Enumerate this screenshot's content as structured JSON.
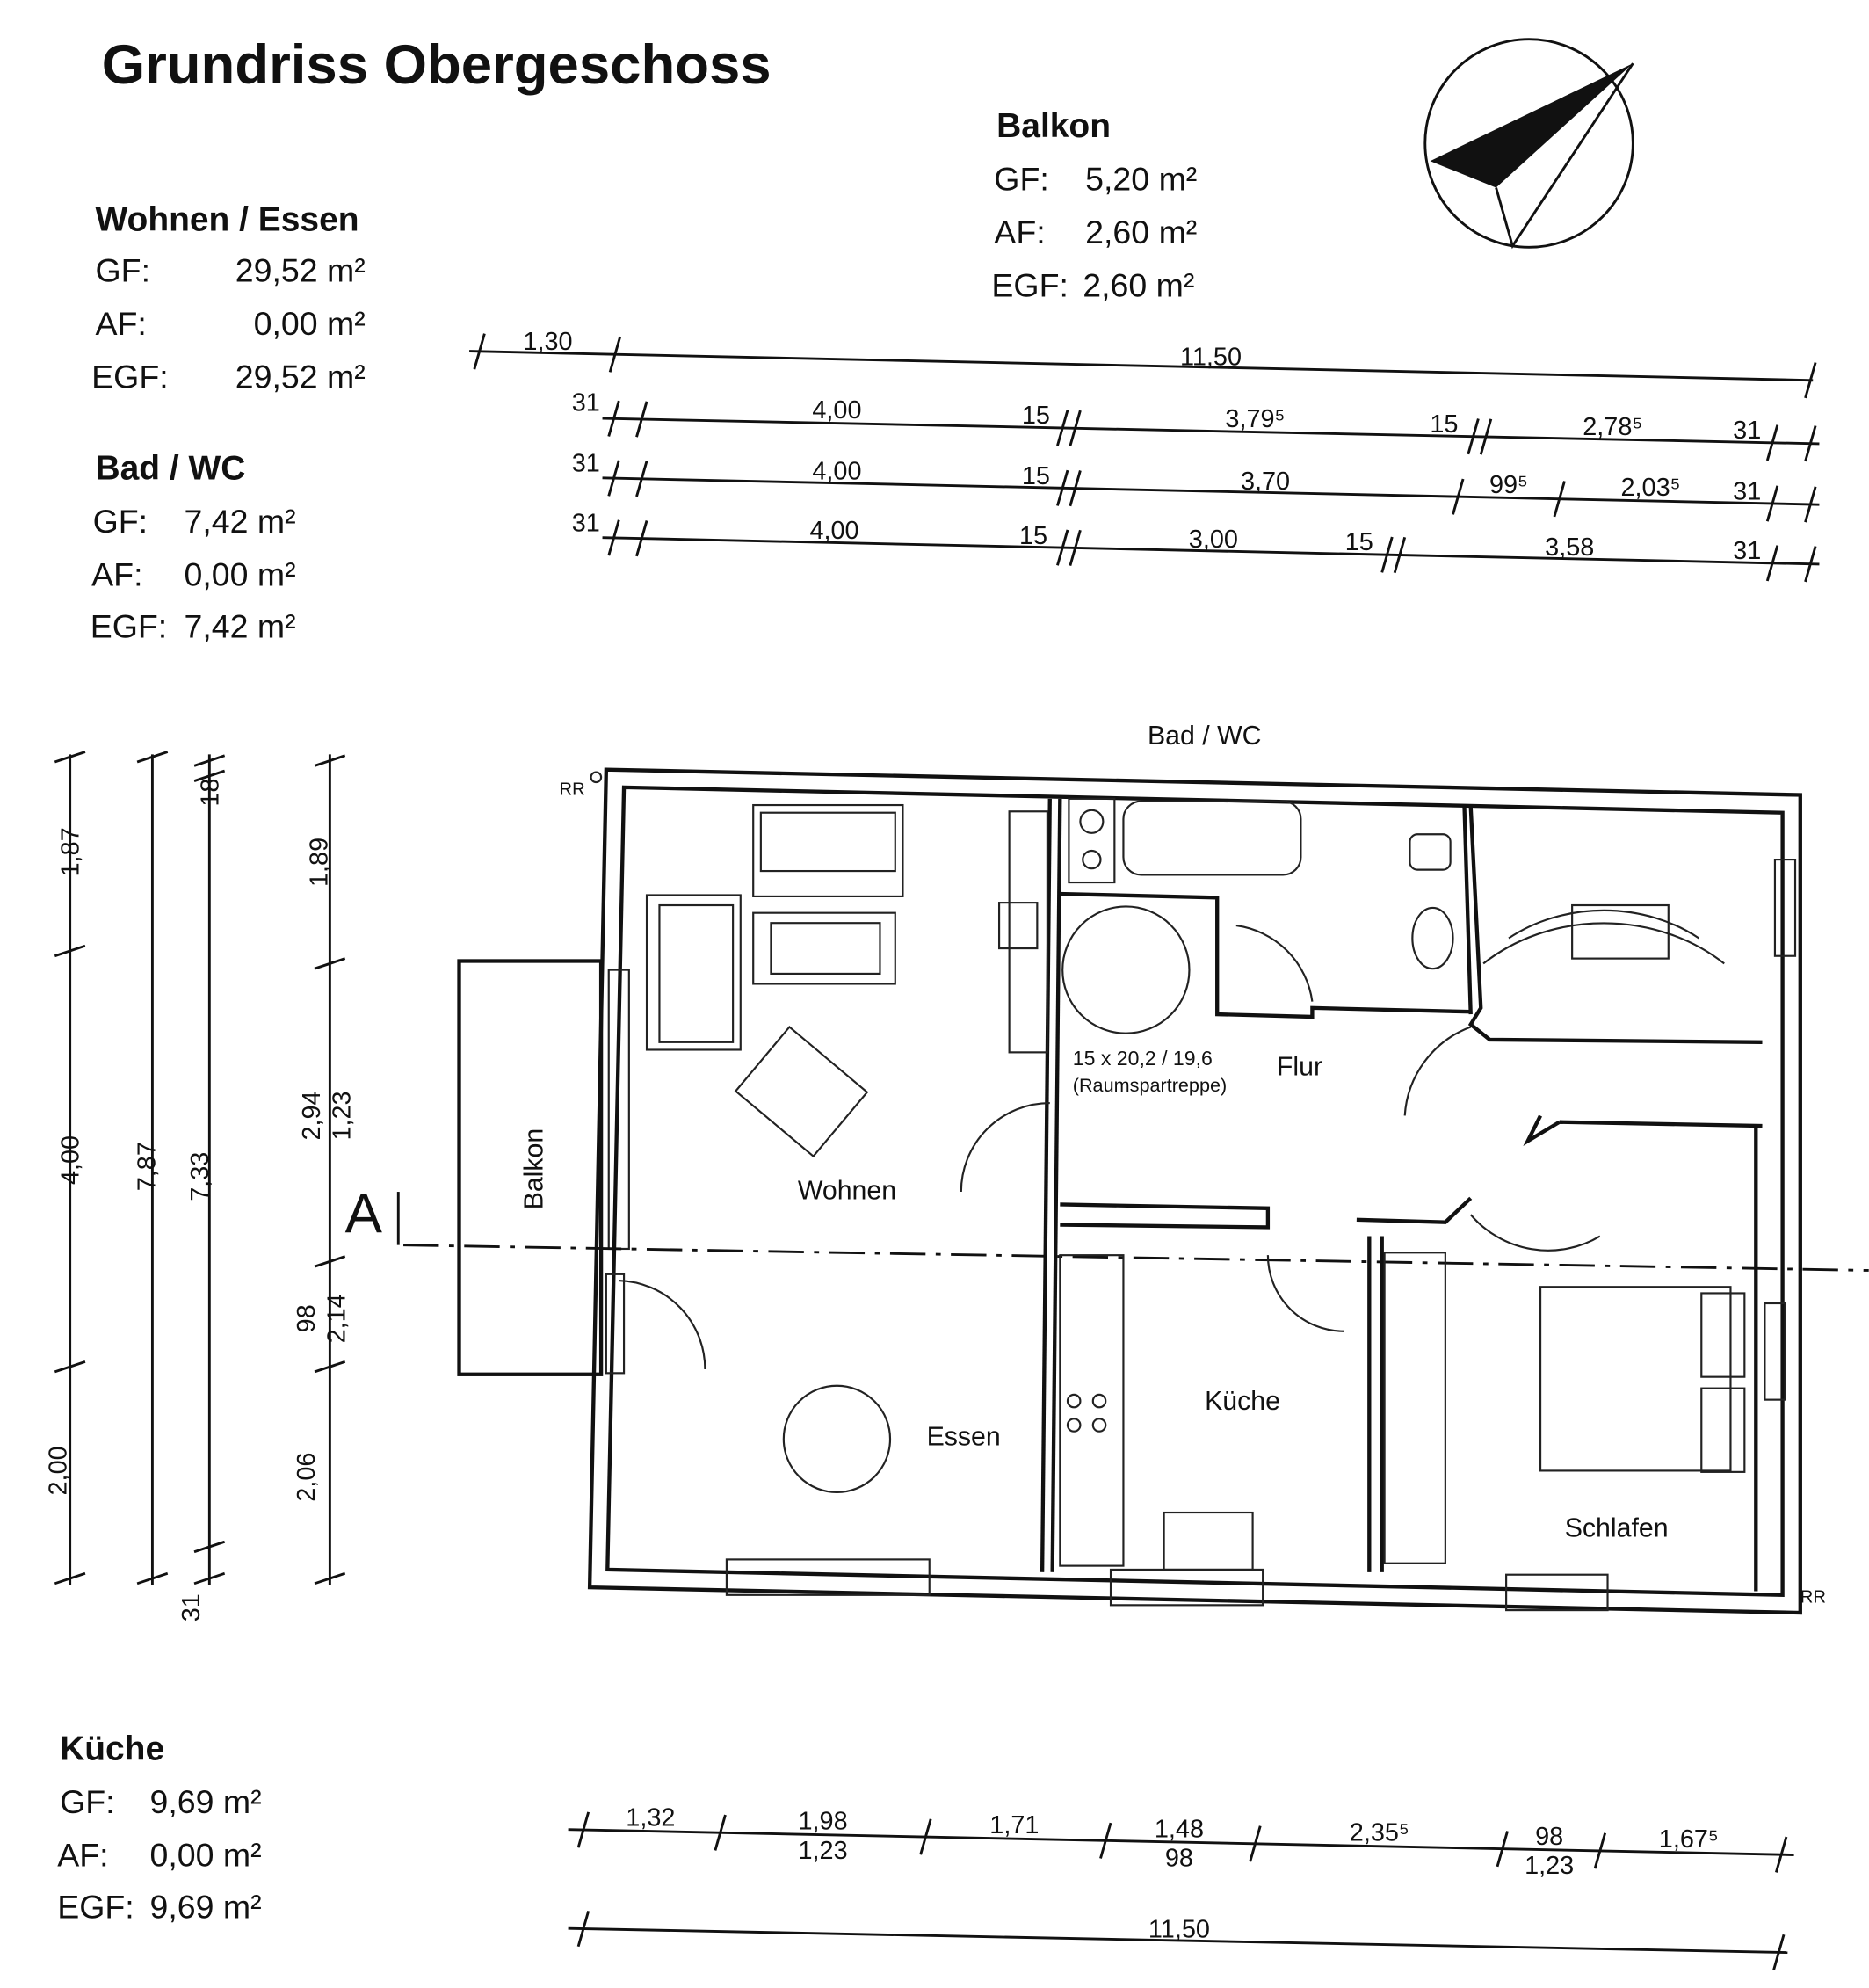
{
  "title": "Grundriss Obergeschoss",
  "areas": {
    "wohnen": {
      "name": "Wohnen / Essen",
      "gf_label": "GF:",
      "gf": "29,52 m²",
      "af_label": "AF:",
      "af": "0,00 m²",
      "egf_label": "EGF:",
      "egf": "29,52 m²"
    },
    "bad": {
      "name": "Bad / WC",
      "gf_label": "GF:",
      "gf": "7,42 m²",
      "af_label": "AF:",
      "af": "0,00 m²",
      "egf_label": "EGF:",
      "egf": "7,42 m²"
    },
    "balkon": {
      "name": "Balkon",
      "gf_label": "GF:",
      "gf": "5,20 m²",
      "af_label": "AF:",
      "af": "2,60 m²",
      "egf_label": "EGF:",
      "egf": "2,60 m²"
    },
    "kueche": {
      "name": "Küche",
      "gf_label": "GF:",
      "gf": "9,69 m²",
      "af_label": "AF:",
      "af": "0,00 m²",
      "egf_label": "EGF:",
      "egf": "9,69 m²"
    }
  },
  "top_dims": {
    "row0": [
      "1,30",
      "11,50"
    ],
    "row1": [
      "31",
      "4,00",
      "15",
      "3,79⁵",
      "15",
      "2,78⁵",
      "31"
    ],
    "row2": [
      "31",
      "4,00",
      "15",
      "3,70",
      "99⁵",
      "2,03⁵",
      "31"
    ],
    "row3": [
      "31",
      "4,00",
      "15",
      "3,00",
      "15",
      "3,58",
      "31"
    ]
  },
  "bottom_dims": {
    "row1": [
      "1,32",
      "1,98",
      "1,23",
      "1,71",
      "1,48",
      "98",
      "2,35⁵",
      "98",
      "1,23",
      "1,67⁵"
    ],
    "row2": [
      "11,50"
    ]
  },
  "left_dims": {
    "col1": [
      "1,87",
      "4,00",
      "2,00"
    ],
    "col2": [
      "7,87"
    ],
    "col3": [
      "18",
      "7,33",
      "31"
    ],
    "col4": [
      "1,89",
      "2,94",
      "1,23",
      "98",
      "2,14",
      "2,06"
    ]
  },
  "rooms": {
    "bad_label": "Bad / WC",
    "flur": "Flur",
    "wohnen": "Wohnen",
    "essen": "Essen",
    "kueche": "Küche",
    "schlafen": "Schlafen",
    "balkon": "Balkon",
    "stair_spec": "15 x 20,2 / 19,6",
    "stair_type": "(Raumspartreppe)",
    "rr_top": "RR",
    "rr_bottom": "RR",
    "section": "A"
  },
  "icons": {
    "north": "north-arrow-icon"
  }
}
